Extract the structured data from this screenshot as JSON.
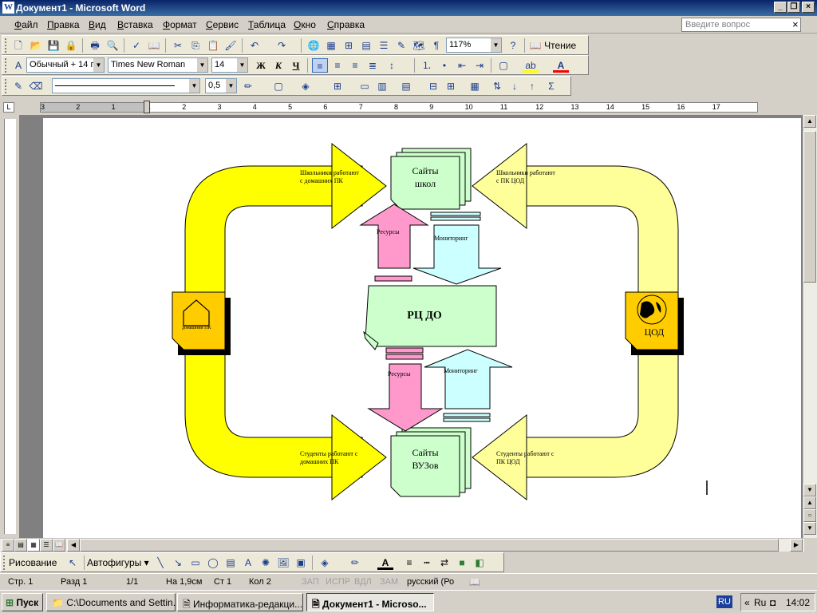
{
  "window": {
    "title": "Документ1 - Microsoft Word",
    "app_icon": "W"
  },
  "menu": {
    "items": [
      "Файл",
      "Правка",
      "Вид",
      "Вставка",
      "Формат",
      "Сервис",
      "Таблица",
      "Окно",
      "Справка"
    ],
    "ask_placeholder": "Введите вопрос",
    "close_glyph": "×"
  },
  "toolbar_standard": {
    "zoom": "117%",
    "reading_label": "Чтение"
  },
  "toolbar_formatting": {
    "style": "Обычный + 14 г",
    "font": "Times New Roman",
    "size": "14",
    "bold": "Ж",
    "italic": "К",
    "underline": "Ч"
  },
  "toolbar_tables": {
    "line_weight": "0,5"
  },
  "ruler": {
    "ticks": [
      "3",
      "2",
      "1",
      "1",
      "2",
      "3",
      "4",
      "5",
      "6",
      "7",
      "8",
      "9",
      "10",
      "11",
      "12",
      "13",
      "14",
      "15",
      "16",
      "17"
    ]
  },
  "diagram": {
    "sites_schools": [
      "Сайты",
      "школ"
    ],
    "sites_univ": [
      "Сайты",
      "ВУЗов"
    ],
    "center": "РЦ ДО",
    "home_pc": "домашний ПК",
    "tsod": "ЦОД",
    "res_top": "Ресурсы",
    "mon_top": "Мониторинг",
    "res_bottom": "Ресурсы",
    "mon_bottom": "Мониторинг",
    "tl_text": [
      "Школьники работают",
      "с домашних ПК"
    ],
    "tr_text": [
      "Школьники работают",
      "с ПК ЦОД"
    ],
    "bl_text": [
      "Студенты работают с",
      "домашних ПК"
    ],
    "br_text": [
      "Студенты работают с",
      "ПК ЦОД"
    ],
    "colors": {
      "left_arrow": "#ffff00",
      "right_arrow": "#ffff99",
      "box_green": "#ccffcc",
      "res_pink": "#ff99cc",
      "mon_cyan": "#ccffff",
      "icon_box": "#ffcc00"
    }
  },
  "drawing_toolbar": {
    "draw_label": "Рисование",
    "autoshapes_label": "Автофигуры"
  },
  "status": {
    "page": "Стр. 1",
    "section": "Разд 1",
    "pages": "1/1",
    "at": "На 1,9см",
    "line": "Ст 1",
    "col": "Кол 2",
    "rec": "ЗАП",
    "trk": "ИСПР",
    "ext": "ВДЛ",
    "ovr": "ЗАМ",
    "lang": "русский (Ро"
  },
  "taskbar": {
    "start": "Пуск",
    "tasks": [
      "C:\\Documents and Settin...",
      "Информатика-редакци...",
      "Документ1 - Microso..."
    ],
    "lang": "RU",
    "tray_lang": "Ru",
    "time": "14:02"
  }
}
